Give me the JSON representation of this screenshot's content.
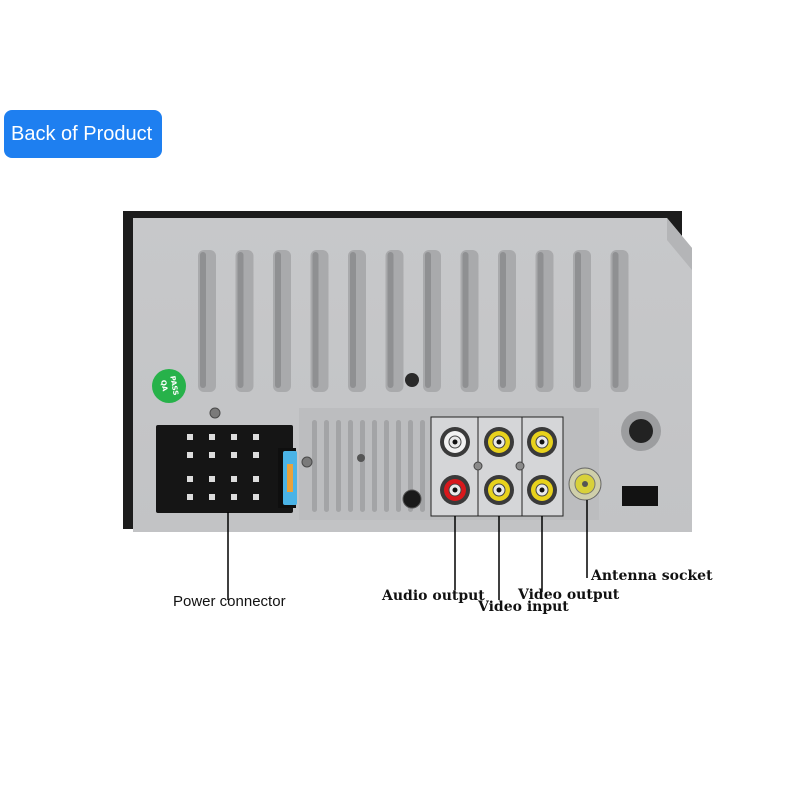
{
  "header": {
    "badge_text": "Back of Product"
  },
  "sticker": {
    "line1": "QA",
    "line2": "PASS",
    "color": "#27b24a"
  },
  "labels": {
    "power_connector": "Power connector",
    "audio_output": "Audio output",
    "video_input": "Video input",
    "video_output": "Video output",
    "antenna_socket": "Antenna socket"
  },
  "colors": {
    "badge_bg": "#1e7ff0",
    "panel": "#c9cacc",
    "rca_yellow": "#e8d21c",
    "rca_red": "#d8181c",
    "rca_white": "#f2f2f2"
  }
}
